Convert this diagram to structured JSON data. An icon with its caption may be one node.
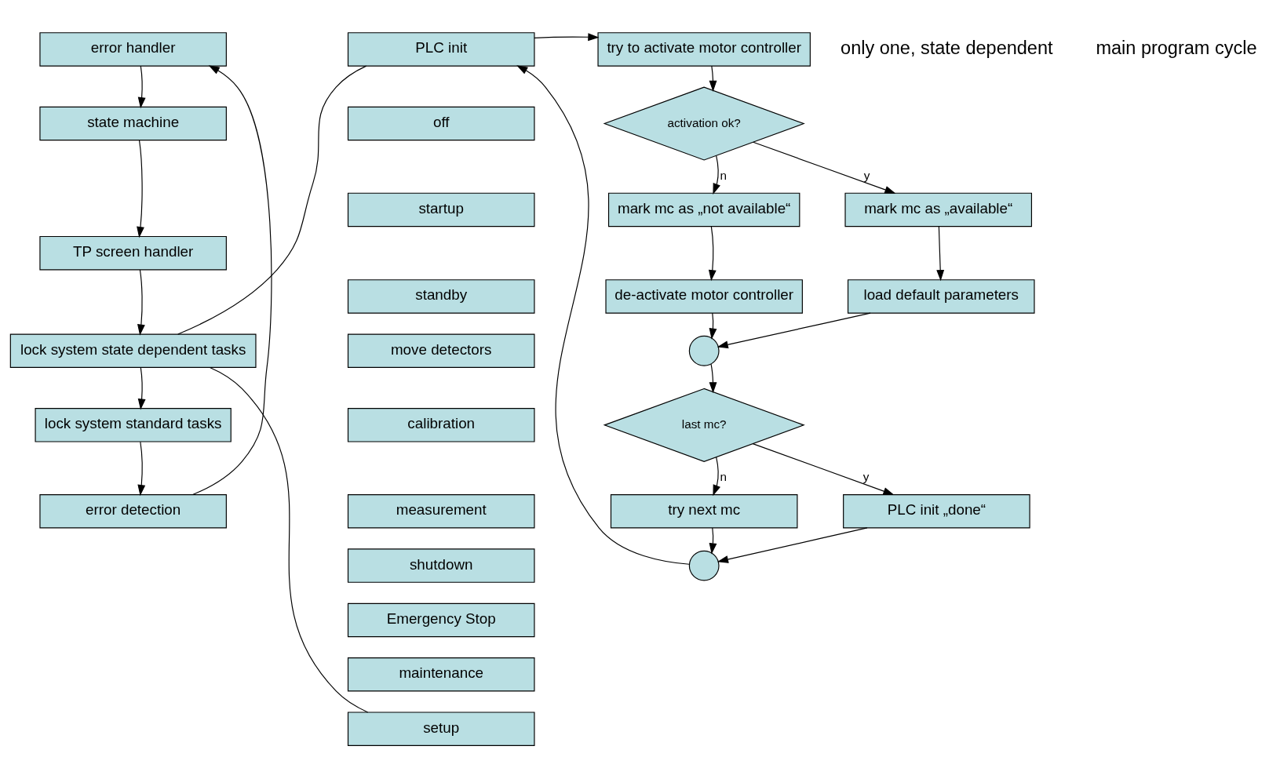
{
  "diagram": {
    "nodes": [
      {
        "text": [
          "error handler"
        ]
      },
      {
        "text": [
          "state machine"
        ]
      },
      {
        "text": [
          "TP screen handler"
        ]
      },
      {
        "text": [
          "lock system state dependent tasks"
        ]
      },
      {
        "text": [
          "lock system standard tasks"
        ]
      },
      {
        "text": [
          "error detection"
        ]
      },
      {
        "text": [
          "PLC init"
        ]
      },
      {
        "text": [
          "off"
        ]
      },
      {
        "text": [
          "startup"
        ]
      },
      {
        "text": [
          "standby"
        ]
      },
      {
        "text": [
          "move detectors"
        ]
      },
      {
        "text": [
          "calibration"
        ]
      },
      {
        "text": [
          "measurement"
        ]
      },
      {
        "text": [
          "shutdown"
        ]
      },
      {
        "text": [
          "Emergency Stop"
        ]
      },
      {
        "text": [
          "maintenance"
        ]
      },
      {
        "text": [
          "setup"
        ]
      },
      {
        "text": [
          "try to activate motor controller"
        ]
      },
      {
        "text": [
          "activation ok?"
        ]
      },
      {
        "text": [
          "mark mc as „not available“"
        ]
      },
      {
        "text": [
          "mark mc as „available“"
        ]
      },
      {
        "text": [
          "de-activate motor controller"
        ]
      },
      {
        "text": [
          "load default parameters"
        ]
      },
      {
        "text": [],
        "shape": "circle"
      },
      {
        "text": [
          "last mc?"
        ]
      },
      {
        "text": [
          "try next mc"
        ]
      },
      {
        "text": [
          "PLC init „done“"
        ]
      },
      {
        "text": [],
        "shape": "circle"
      }
    ],
    "edges": [
      {
        "from": 5,
        "to": 0,
        "arrow": "to"
      },
      {
        "from": 0,
        "to": 1,
        "arrow": "to"
      },
      {
        "from": 1,
        "to": 2,
        "arrow": "to"
      },
      {
        "from": 2,
        "to": 3,
        "arrow": "to"
      },
      {
        "from": 3,
        "to": 4,
        "arrow": "to"
      },
      {
        "from": 4,
        "to": 5,
        "arrow": "to"
      },
      {
        "from": 3,
        "to": 6,
        "arrow": "none"
      },
      {
        "from": 3,
        "to": 16,
        "arrow": "none"
      },
      {
        "from": 6,
        "to": 17,
        "arrow": "to"
      },
      {
        "from": 17,
        "to": 18,
        "arrow": "to"
      },
      {
        "from": 18,
        "to": 19,
        "label": "n",
        "arrow": "to"
      },
      {
        "from": 18,
        "to": 20,
        "label": "y",
        "arrow": "to"
      },
      {
        "from": 19,
        "to": 21,
        "arrow": "to"
      },
      {
        "from": 20,
        "to": 22,
        "arrow": "to"
      },
      {
        "from": 21,
        "to": 23,
        "arrow": "to"
      },
      {
        "from": 22,
        "to": 23,
        "arrow": "to"
      },
      {
        "from": 23,
        "to": 24,
        "arrow": "to"
      },
      {
        "from": 24,
        "to": 25,
        "label": "n",
        "arrow": "to"
      },
      {
        "from": 24,
        "to": 26,
        "label": "y",
        "arrow": "to"
      },
      {
        "from": 25,
        "to": 27,
        "arrow": "to"
      },
      {
        "from": 26,
        "to": 27,
        "arrow": "to"
      },
      {
        "from": 27,
        "to": 6,
        "arrow": "to"
      }
    ],
    "labels": [
      "main program cycle",
      "only one, state dependent"
    ]
  }
}
